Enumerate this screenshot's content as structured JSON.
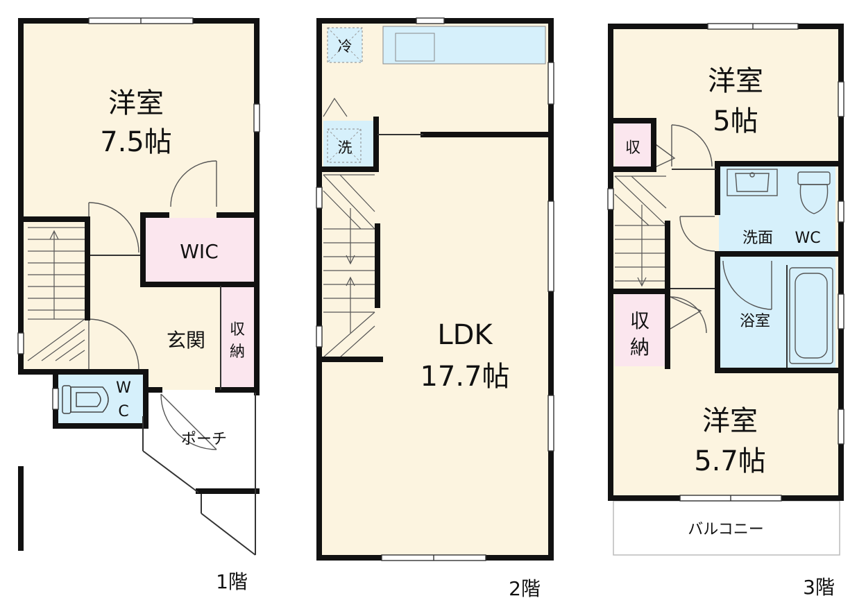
{
  "floors": {
    "f1": {
      "label": "1階",
      "rooms": {
        "western_name": "洋室",
        "western_size": "7.5帖",
        "wic": "WIC",
        "entrance": "玄関",
        "storage_1": "収",
        "storage_2": "納",
        "wc_1": "W",
        "wc_2": "C",
        "porch": "ポーチ"
      }
    },
    "f2": {
      "label": "2階",
      "rooms": {
        "ldk_name": "LDK",
        "ldk_size": "17.7帖",
        "fridge": "冷",
        "washer": "洗"
      }
    },
    "f3": {
      "label": "3階",
      "rooms": {
        "western_a_name": "洋室",
        "western_a_size": "5帖",
        "closet": "収",
        "washroom": "洗面",
        "wc": "WC",
        "bath": "浴室",
        "storage_1": "収",
        "storage_2": "納",
        "western_b_name": "洋室",
        "western_b_size": "5.7帖",
        "balcony": "バルコニー"
      }
    }
  },
  "colors": {
    "wall": "#111111",
    "room": "#fcf4e0",
    "storage": "#fbe6ee",
    "wet": "#d6f0fb"
  }
}
